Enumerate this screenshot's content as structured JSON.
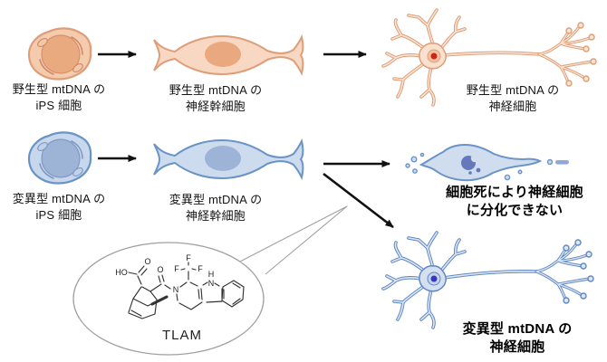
{
  "figure": {
    "labels": {
      "wt_ips": {
        "l1": "野生型 mtDNA の",
        "l2": "iPS 細胞"
      },
      "wt_nsc": {
        "l1": "野生型 mtDNA の",
        "l2": "神経幹細胞"
      },
      "wt_neuron": {
        "l1": "野生型 mtDNA の",
        "l2": "神経細胞"
      },
      "mut_ips": {
        "l1": "変異型 mtDNA の",
        "l2": "iPS 細胞"
      },
      "mut_nsc": {
        "l1": "変異型 mtDNA の",
        "l2": "神経幹細胞"
      },
      "cell_death": {
        "l1": "細胞死により神経細胞",
        "l2": "に分化できない"
      },
      "mut_neuron": {
        "l1": "変異型 mtDNA の",
        "l2": "神経細胞"
      }
    },
    "molecule": {
      "name": "TLAM",
      "atoms": {
        "ho": "HO",
        "o_acid": "O",
        "o_amide": "O",
        "n_ring": "N",
        "f_top": "F",
        "f_left": "F",
        "f_right": "F",
        "nh_n": "N",
        "nh_h": "H"
      }
    },
    "colors": {
      "wildtype_fill": "#F5CBAE",
      "wildtype_outline": "#DE9E78",
      "wildtype_nucleus": "#EAAA80",
      "wildtype_neuron_dot": "#CE2318",
      "mutant_fill": "#C8D8EC",
      "mutant_outline": "#6A93C6",
      "mutant_nucleus": "#9DB4D7",
      "mutant_neuron_dot": "#3A35BF",
      "dying_nucleus": "#6478BB",
      "arrow": "#111111",
      "bubble_outline": "#A0A0A0",
      "molecule_stroke": "#333333",
      "background": "#FFFFFF"
    }
  }
}
